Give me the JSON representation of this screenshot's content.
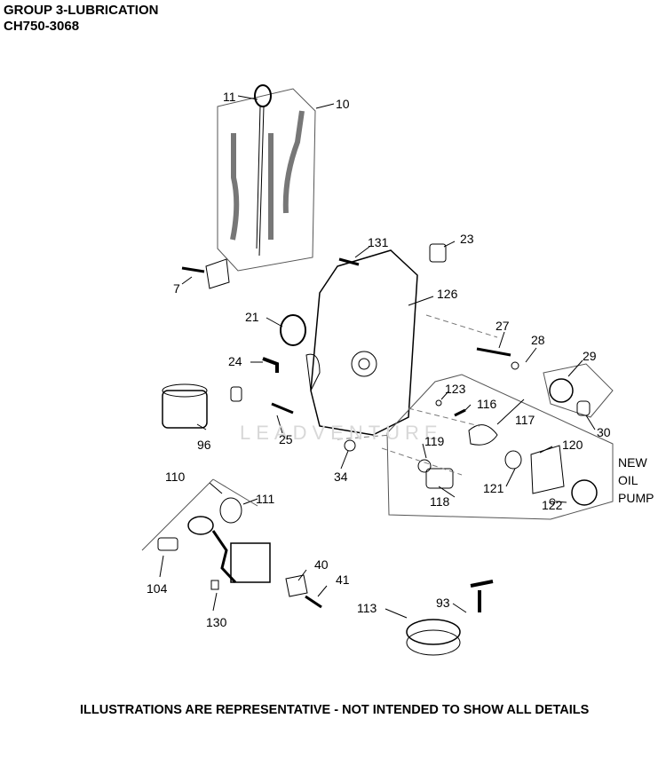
{
  "header": {
    "group": "GROUP 3-LUBRICATION",
    "model": "CH750-3068"
  },
  "watermark": "LEADVENTURE",
  "footer_note": "ILLUSTRATIONS ARE REPRESENTATIVE - NOT INTENDED TO SHOW ALL DETAILS",
  "callouts": {
    "c10": "10",
    "c11": "11",
    "c7": "7",
    "c131": "131",
    "c23": "23",
    "c126": "126",
    "c21": "21",
    "c27": "27",
    "c28": "28",
    "c24": "24",
    "c29": "29",
    "c123": "123",
    "c116": "116",
    "c117": "117",
    "c96": "96",
    "c25": "25",
    "c30": "30",
    "c119": "119",
    "c120": "120",
    "c34": "34",
    "c121": "121",
    "c118": "118",
    "c122": "122",
    "c110": "110",
    "c111": "111",
    "c40": "40",
    "c104": "104",
    "c41": "41",
    "c93": "93",
    "c113": "113",
    "c130": "130"
  },
  "new_oil_pump": [
    "NEW",
    "OIL",
    "PUMP"
  ]
}
